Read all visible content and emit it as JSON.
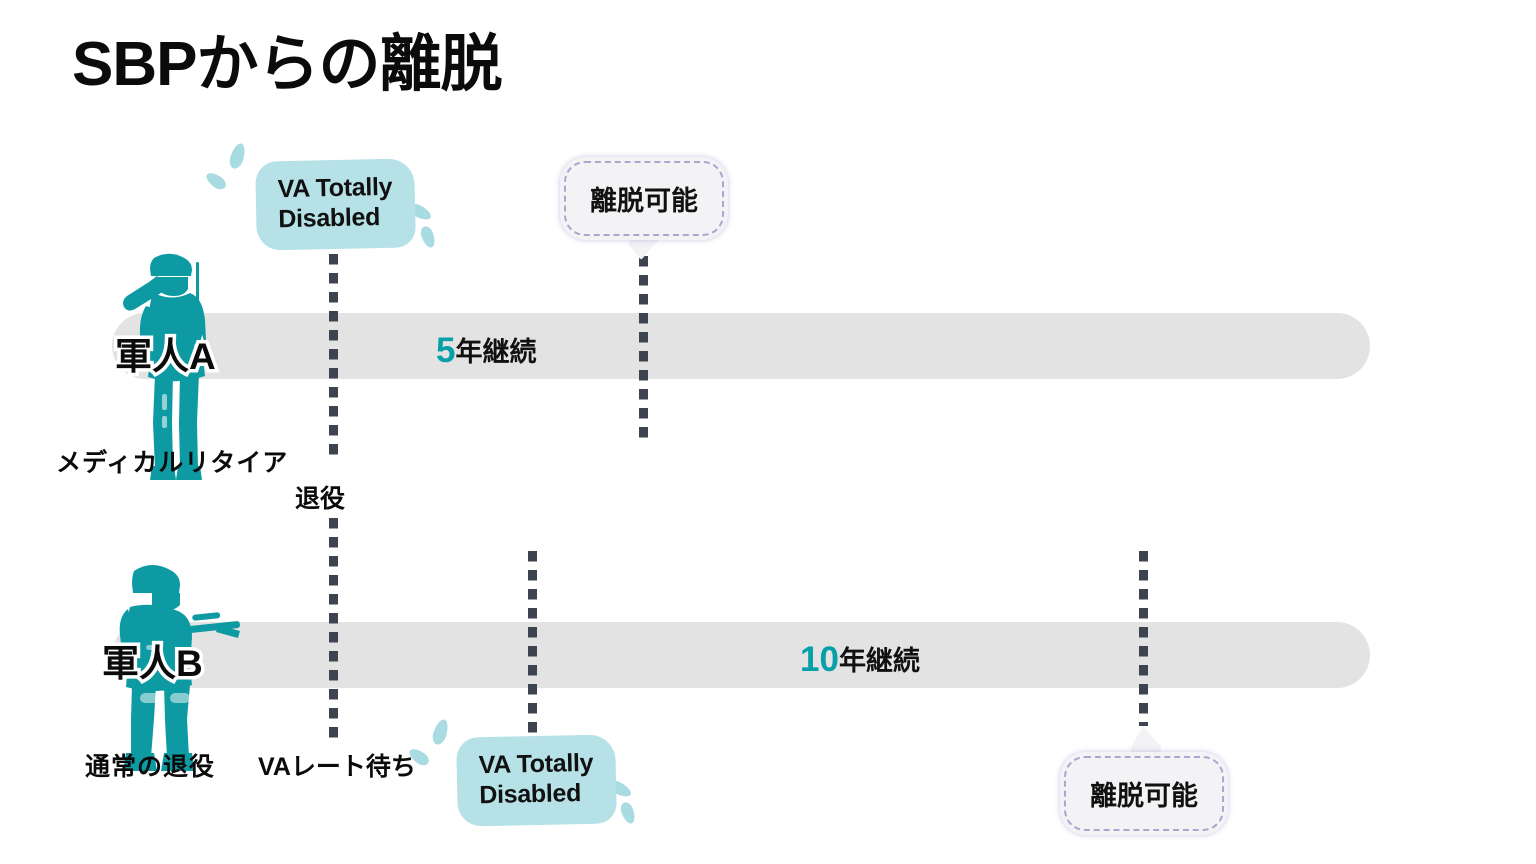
{
  "title": "SBPからの離脱",
  "colors": {
    "teal": "#07a0a8",
    "badge_fill": "#b6e1e6",
    "track_fill": "#e3e3e3",
    "marker_line": "#3d444f",
    "bubble_fill": "#f3f3f5",
    "bubble_border": "#b0a4cf",
    "text": "#0b0b0b"
  },
  "rows": [
    {
      "id": "a",
      "person_label": "軍人A",
      "soldier_icon": "soldier-saluting-icon",
      "caption_start": "メディカルリタイア",
      "duration_number": "5",
      "duration_unit": "年継続",
      "badge": "VA Totally\nDisabled",
      "badge_line1": "VA Totally",
      "badge_line2": "Disabled",
      "marker_label": "退役",
      "bubble": "離脱可能"
    },
    {
      "id": "b",
      "person_label": "軍人B",
      "soldier_icon": "soldier-rifle-icon",
      "caption_start": "通常の退役",
      "duration_number": "10",
      "duration_unit": "年継続",
      "badge_line1": "VA Totally",
      "badge_line2": "Disabled",
      "marker_label": "VAレート待ち",
      "bubble": "離脱可能"
    }
  ]
}
